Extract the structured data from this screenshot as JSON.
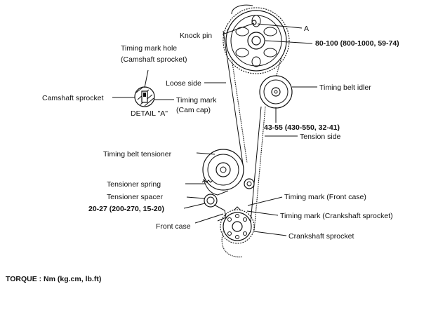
{
  "labels": {
    "a": "A",
    "knock_pin": "Knock pin",
    "cam_torque": "80-100 (800-1000, 59-74)",
    "timing_mark_hole_1": "Timing mark hole",
    "timing_mark_hole_2": "(Camshaft sprocket)",
    "camshaft_sprocket": "Camshaft sprocket",
    "timing_mark_cam_cap_1": "Timing mark",
    "timing_mark_cam_cap_2": "(Cam cap)",
    "detail_a": "DETAIL \"A\"",
    "loose_side": "Loose side",
    "timing_belt_idler": "Timing belt idler",
    "idler_torque": "43-55 (430-550, 32-41)",
    "tension_side": "Tension side",
    "timing_belt_tensioner": "Timing belt tensioner",
    "tensioner_spring": "Tensioner spring",
    "tensioner_spacer": "Tensioner spacer",
    "tensioner_torque": "20-27 (200-270, 15-20)",
    "timing_mark_front_case": "Timing mark (Front case)",
    "timing_mark_crank_sprocket": "Timing mark (Crankshaft sprocket)",
    "front_case": "Front case",
    "crankshaft_sprocket": "Crankshaft sprocket",
    "torque_units": "TORQUE : Nm (kg.cm, lb.ft)"
  }
}
